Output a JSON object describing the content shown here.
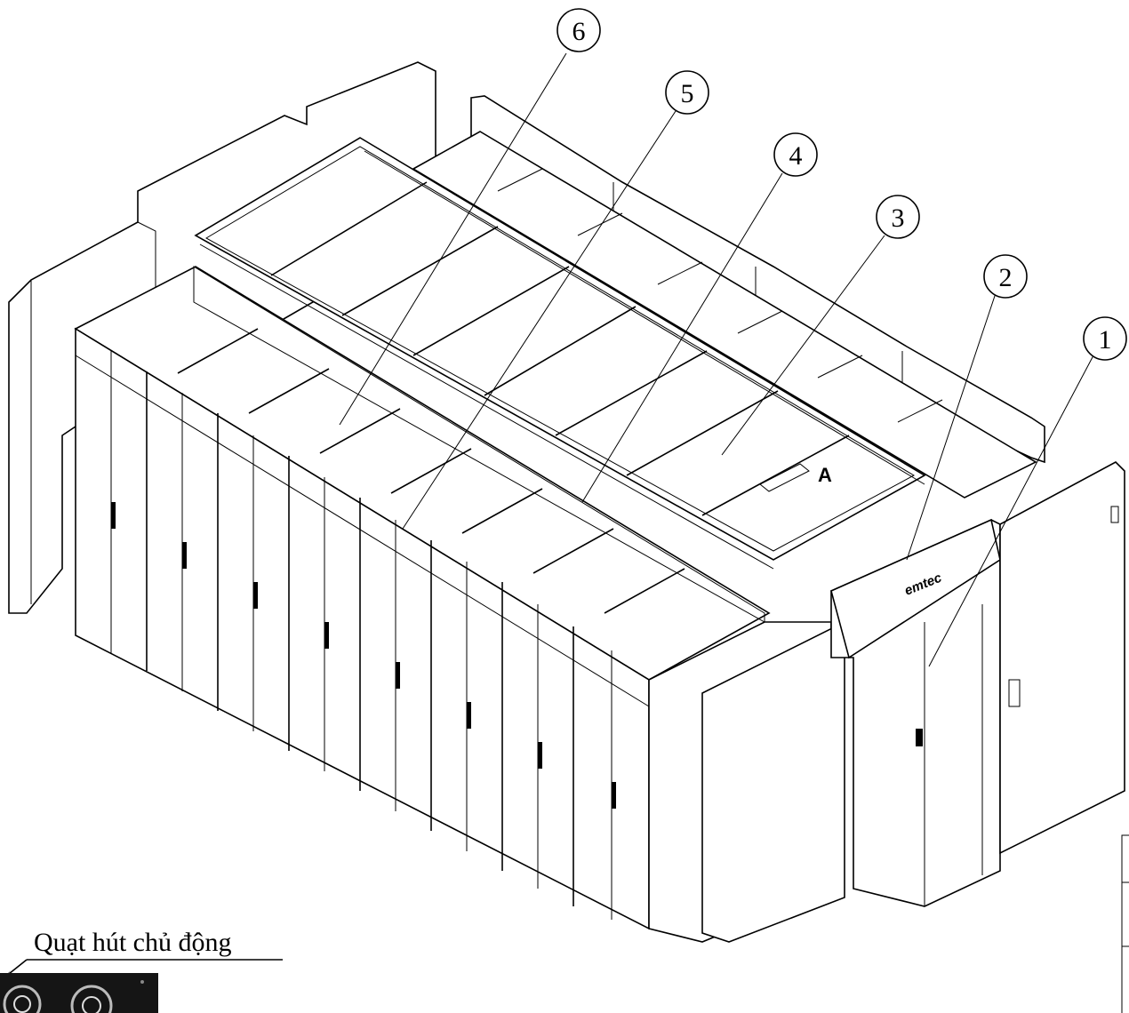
{
  "callouts": [
    {
      "id": "1",
      "label": "1"
    },
    {
      "id": "2",
      "label": "2"
    },
    {
      "id": "3",
      "label": "3"
    },
    {
      "id": "4",
      "label": "4"
    },
    {
      "id": "5",
      "label": "5"
    },
    {
      "id": "6",
      "label": "6"
    }
  ],
  "section_marker": "A",
  "fan_caption": "Quạt hút chủ động",
  "door_logo": "emtec"
}
